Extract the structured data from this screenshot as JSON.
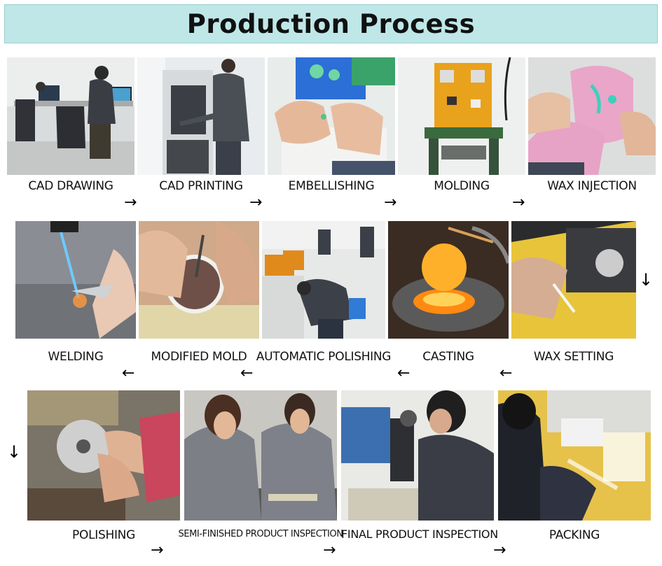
{
  "title": "Production Process",
  "rows": [
    [
      {
        "label": "CAD DRAWING"
      },
      {
        "label": "CAD PRINTING"
      },
      {
        "label": "EMBELLISHING"
      },
      {
        "label": "MOLDING"
      },
      {
        "label": "WAX INJECTION"
      }
    ],
    [
      {
        "label": "WELDING"
      },
      {
        "label": "MODIFIED MOLD"
      },
      {
        "label": "AUTOMATIC POLISHING"
      },
      {
        "label": "CASTING"
      },
      {
        "label": "WAX SETTING"
      }
    ],
    [
      {
        "label": "POLISHING"
      },
      {
        "label": "SEMI-FINISHED PRODUCT INSPECTION"
      },
      {
        "label": "FINAL PRODUCT INSPECTION"
      },
      {
        "label": "PACKING"
      }
    ]
  ],
  "arrows": {
    "right": "→",
    "left": "←",
    "down": "↓"
  }
}
